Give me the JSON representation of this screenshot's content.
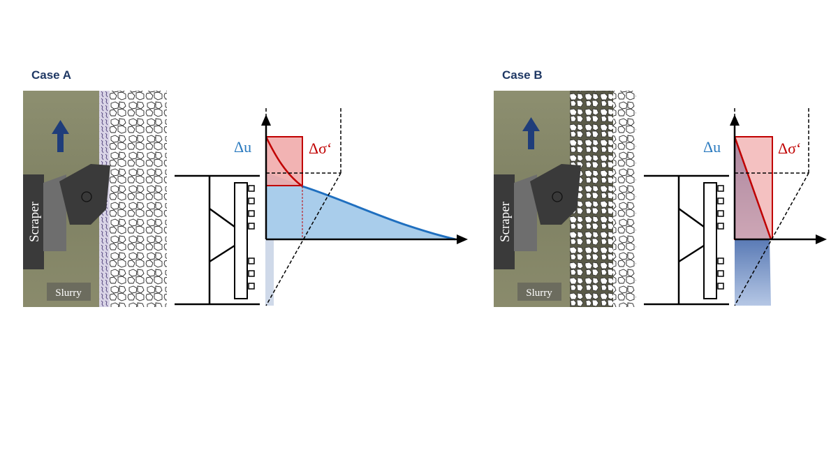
{
  "case_a": {
    "title": "Case A",
    "scraper_label": "Scraper",
    "slurry_label": "Slurry",
    "pore_pressure_label": "Δu",
    "effective_stress_label": "Δσ‘"
  },
  "case_b": {
    "title": "Case B",
    "scraper_label": "Scraper",
    "slurry_label": "Slurry",
    "pore_pressure_label": "Δu",
    "effective_stress_label": "Δσ‘"
  },
  "colors": {
    "title": "#1f3864",
    "pore_pressure": "#2a7abf",
    "effective_stress": "#c00000",
    "arrow": "#1f3d7a",
    "scraper_body": "#3a3a3a",
    "soil_background": "#8a8b6c"
  },
  "icons": [
    "upward-movement-arrow-icon",
    "cutting-wheel-schematic"
  ]
}
